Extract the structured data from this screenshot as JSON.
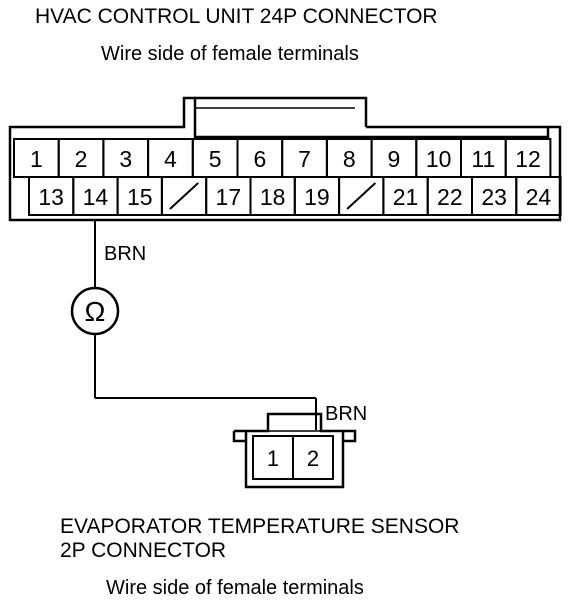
{
  "hvac_connector": {
    "title": "HVAC CONTROL UNIT 24P CONNECTOR",
    "subtitle": "Wire side of female terminals",
    "row1": [
      "1",
      "2",
      "3",
      "4",
      "5",
      "6",
      "7",
      "8",
      "9",
      "10",
      "11",
      "12"
    ],
    "row2": [
      "13",
      "14",
      "15",
      "",
      "17",
      "18",
      "19",
      "",
      "21",
      "22",
      "23",
      "24"
    ],
    "empty_cells": [
      3,
      7
    ]
  },
  "wire": {
    "color_label_top": "BRN",
    "color_label_bottom": "BRN",
    "meter_symbol": "Ω"
  },
  "sensor_connector": {
    "title_line1": "EVAPORATOR TEMPERATURE SENSOR",
    "title_line2": "2P CONNECTOR",
    "subtitle": "Wire side of female terminals",
    "terminals": [
      "1",
      "2"
    ]
  }
}
